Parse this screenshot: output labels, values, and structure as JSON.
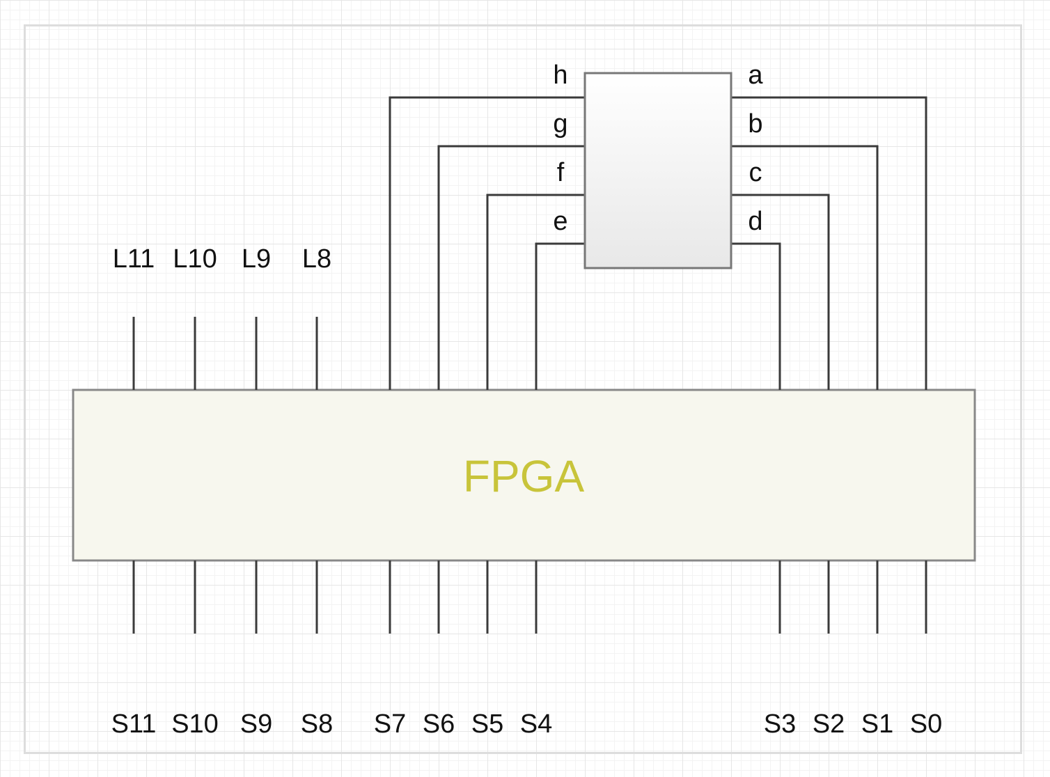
{
  "fpga": {
    "label": "FPGA",
    "fill": "#f7f7ee",
    "stroke": "#888888",
    "text_color": "#c8c43a"
  },
  "display": {
    "fill_top": "#ffffff",
    "fill_bottom": "#e8e8e8",
    "stroke": "#777777"
  },
  "segments_left": [
    "h",
    "g",
    "f",
    "e"
  ],
  "segments_right": [
    "a",
    "b",
    "c",
    "d"
  ],
  "led_labels": [
    "L11",
    "L10",
    "L9",
    "L8"
  ],
  "switch_labels": [
    "S11",
    "S10",
    "S9",
    "S8",
    "S7",
    "S6",
    "S5",
    "S4",
    "S3",
    "S2",
    "S1",
    "S0"
  ]
}
